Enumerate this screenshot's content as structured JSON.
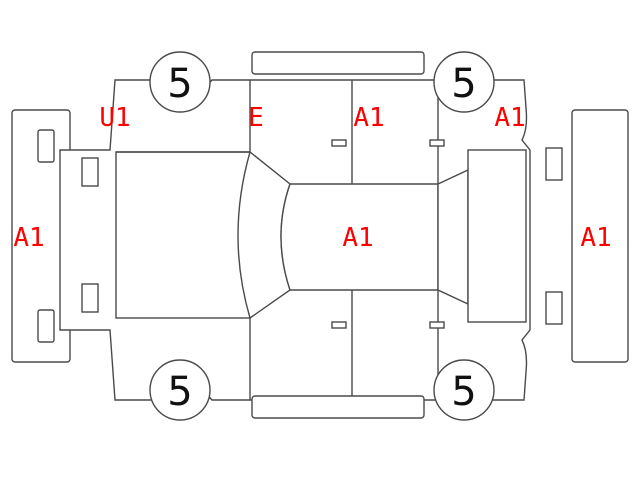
{
  "condition_grades": {
    "front_left": "5",
    "front_right": "5",
    "rear_left": "5",
    "rear_right": "5"
  },
  "damage_marks": {
    "front_left_fender": "U1",
    "windshield_top": "E",
    "roof_front": "A1",
    "rear_right_fender": "A1",
    "front_bumper": "A1",
    "roof": "A1",
    "rear_bumper": "A1"
  },
  "colors": {
    "mark_text": "#ff0000",
    "front_lamp": "#ffee00",
    "rear_lamp": "#ee1111",
    "outline": "#4a4a4a"
  }
}
